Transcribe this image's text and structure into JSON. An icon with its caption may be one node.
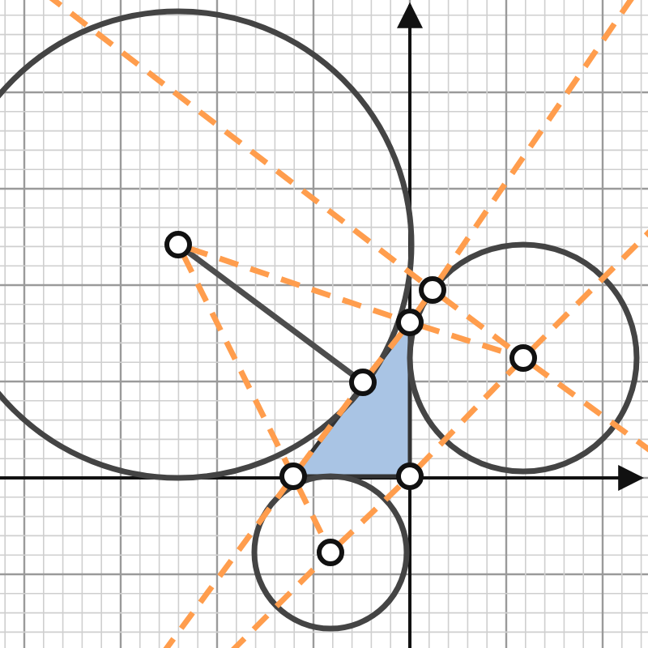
{
  "diagram": {
    "nodes": [
      {
        "text": [],
        "shape": "circle"
      },
      {
        "text": [],
        "shape": "circle"
      },
      {
        "text": [],
        "shape": "circle"
      },
      {
        "text": [],
        "shape": "circle"
      },
      {
        "text": [],
        "shape": "circle"
      },
      {
        "text": [],
        "shape": "circle"
      },
      {
        "text": [],
        "shape": "circle"
      },
      {
        "text": [],
        "shape": "circle"
      }
    ],
    "edges": [
      {
        "from": 0,
        "to": 6,
        "arrow": "none",
        "color": "#4d4d4d"
      },
      {
        "from": 0,
        "to": 5,
        "arrow": "none",
        "style": "dashed"
      },
      {
        "from": 5,
        "to": 1,
        "arrow": "none",
        "style": "dashed"
      },
      {
        "from": 0,
        "to": 3,
        "arrow": "none",
        "style": "dashed"
      },
      {
        "from": 3,
        "to": 2,
        "arrow": "none",
        "style": "dashed"
      },
      {
        "from": 2,
        "to": 4,
        "arrow": "none",
        "style": "dashed"
      },
      {
        "from": 4,
        "to": 1,
        "arrow": "none",
        "style": "dashed"
      },
      {
        "from": 3,
        "to": 6,
        "arrow": "none",
        "style": "dashed"
      },
      {
        "from": 6,
        "to": 5,
        "arrow": "none",
        "style": "dashed"
      },
      {
        "from": 5,
        "to": 7,
        "arrow": "none",
        "style": "dashed"
      },
      {
        "from": 7,
        "to": 1,
        "arrow": "none",
        "style": "dashed"
      },
      {
        "from": null,
        "to": 3,
        "arrow": "none",
        "style": "dashed"
      },
      {
        "from": 7,
        "to": null,
        "arrow": "none",
        "style": "dashed"
      },
      {
        "from": null,
        "to": 7,
        "arrow": "none",
        "style": "dashed"
      },
      {
        "from": 1,
        "to": null,
        "arrow": "none",
        "style": "dashed"
      },
      {
        "from": null,
        "to": 2,
        "arrow": "none",
        "style": "dashed"
      },
      {
        "from": 1,
        "to": null,
        "arrow": "none",
        "style": "dashed"
      }
    ]
  }
}
